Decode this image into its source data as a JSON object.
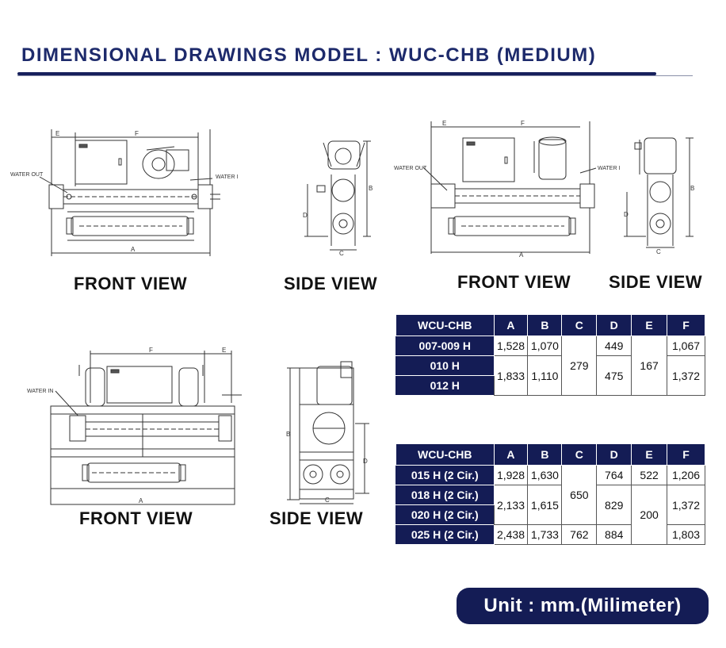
{
  "title": "DIMENSIONAL DRAWINGS MODEL : WUC-CHB  (MEDIUM)",
  "views": {
    "front1": "FRONT VIEW",
    "side1": "SIDE VIEW",
    "front2": "FRONT VIEW",
    "side2": "SIDE VIEW",
    "front3": "FRONT VIEW",
    "side3": "SIDE VIEW"
  },
  "drawing_labels": {
    "water_out": "WATER OUT",
    "water_in": "WATER IN",
    "dim_a": "A",
    "dim_b": "B",
    "dim_c": "C",
    "dim_d": "D",
    "dim_e": "E",
    "dim_f": "F"
  },
  "table1": {
    "headers": [
      "WCU-CHB",
      "A",
      "B",
      "C",
      "D",
      "E",
      "F"
    ],
    "models": [
      "007-009 H",
      "010 H",
      "012 H"
    ],
    "a": [
      "1,528",
      "1,833"
    ],
    "b": [
      "1,070",
      "1,110"
    ],
    "c": "279",
    "d": [
      "449",
      "475"
    ],
    "e": "167",
    "f": [
      "1,067",
      "1,372"
    ]
  },
  "table2": {
    "headers": [
      "WCU-CHB",
      "A",
      "B",
      "C",
      "D",
      "E",
      "F"
    ],
    "models": [
      "015 H (2 Cir.)",
      "018 H (2 Cir.)",
      "020 H (2 Cir.)",
      "025 H (2 Cir.)"
    ],
    "a": [
      "1,928",
      "2,133",
      "2,438"
    ],
    "b": [
      "1,630",
      "1,615",
      "1,733"
    ],
    "c": [
      "650",
      "762"
    ],
    "d": [
      "764",
      "829",
      "884"
    ],
    "e": [
      "522",
      "200"
    ],
    "f": [
      "1,206",
      "1,372",
      "1,803"
    ]
  },
  "unit": "Unit : mm.(Milimeter)"
}
